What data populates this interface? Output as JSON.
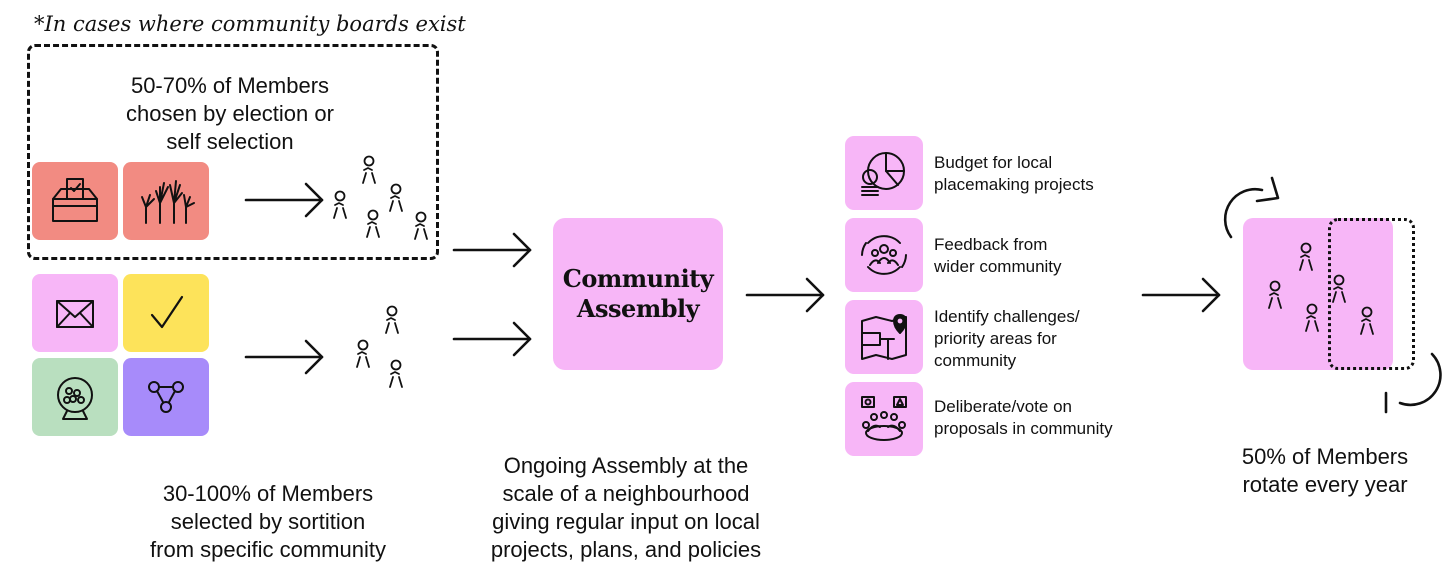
{
  "note": "*In cases where community boards exist",
  "elected_group": {
    "label_lines": [
      "50-70% of Members",
      "chosen by election or",
      "self selection"
    ],
    "tiles": [
      {
        "icon": "ballot-box-icon",
        "color": "#f28b82"
      },
      {
        "icon": "raised-hands-icon",
        "color": "#f28b82"
      }
    ]
  },
  "sortition_group": {
    "label_lines": [
      "30-100% of Members",
      "selected by sortition",
      "from specific community"
    ],
    "tiles": [
      {
        "icon": "envelope-icon",
        "color": "#f7b6f7"
      },
      {
        "icon": "checkmark-icon",
        "color": "#fde35a"
      },
      {
        "icon": "lottery-ball-icon",
        "color": "#b9dfbf"
      },
      {
        "icon": "network-nodes-icon",
        "color": "#a78bfa"
      }
    ]
  },
  "assembly": {
    "title_lines": [
      "Community",
      "Assembly"
    ],
    "caption_lines": [
      "Ongoing Assembly at the",
      "scale of a neighbourhood",
      "giving regular input on local",
      "projects, plans, and policies"
    ]
  },
  "outputs": [
    {
      "icon": "budget-pie-chart-icon",
      "lines": [
        "Budget for local",
        "placemaking projects"
      ]
    },
    {
      "icon": "community-feedback-icon",
      "lines": [
        "Feedback from",
        "wider community"
      ]
    },
    {
      "icon": "map-pin-icon",
      "lines": [
        "Identify challenges/",
        "priority areas for",
        "community"
      ]
    },
    {
      "icon": "deliberation-table-icon",
      "lines": [
        "Deliberate/vote on",
        "proposals in community"
      ]
    }
  ],
  "rotation": {
    "label_lines": [
      "50% of Members",
      "rotate every year"
    ]
  },
  "colors": {
    "pink": "#f7b6f7",
    "coral": "#f28b82",
    "yellow": "#fde35a",
    "green": "#b9dfbf",
    "purple": "#a78bfa"
  }
}
